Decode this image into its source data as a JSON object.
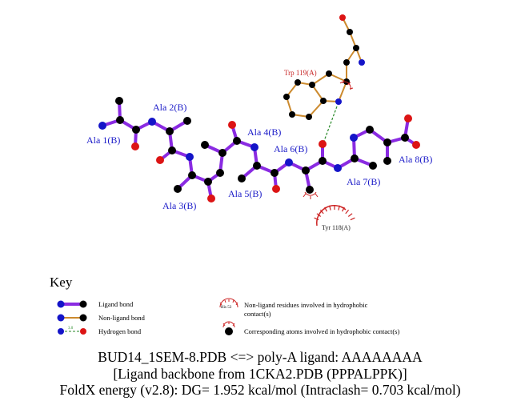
{
  "colors": {
    "ligand_bond": "#8a2be2",
    "nonligand_bond": "#cc8a2e",
    "carbon": "#000000",
    "nitrogen": "#1414c8",
    "oxygen": "#dc1414",
    "hbond": "#2a8a2a",
    "hydrophobic": "#cc2222",
    "residue_label": "#1a1ac8"
  },
  "ligand_residues": [
    "Ala 1(B)",
    "Ala 2(B)",
    "Ala 3(B)",
    "Ala 4(B)",
    "Ala 5(B)",
    "Ala 6(B)",
    "Ala 7(B)",
    "Ala 8(B)"
  ],
  "interacting_residues": {
    "hbond_partner": "Trp 119(A)",
    "hydrophobic_contact": "Tyr 118(A)"
  },
  "key": {
    "title": "Key",
    "ligand_bond": "Ligand bond",
    "nonligand_bond": "Non-ligand bond",
    "hydrogen_bond": "Hydrogen bond",
    "hbond_length": "3.0",
    "example_residue": "His 53",
    "hydrophobic_residues_line1": "Non-ligand residues involved in hydrophobic",
    "hydrophobic_residues_line2": "contact(s)",
    "hydrophobic_atoms": "Corresponding atoms involved in hydrophobic contact(s)"
  },
  "caption": {
    "line1": "BUD14_1SEM-8.PDB <=> poly-A ligand: AAAAAAAA",
    "line2": "[Ligand backbone from 1CKA2.PDB (PPPALPPK)]",
    "line3": "FoldX energy (v2.8): DG= 1.952 kcal/mol (Intraclash= 0.703 kcal/mol)"
  }
}
